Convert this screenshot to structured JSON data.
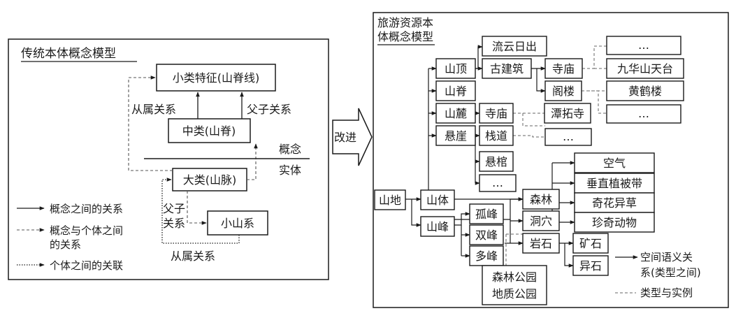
{
  "left_panel": {
    "title": "传统本体概念模型",
    "boxes": {
      "small_class": "小类特征(山脊线)",
      "middle_class": "中类(山脊)",
      "big_class": "大类(山脉)",
      "small_mountain": "小山系"
    },
    "labels": {
      "subordinate_top": "从属关系",
      "parent_child_top": "父子关系",
      "concept": "概念",
      "entity": "实体",
      "parent_child_line1": "父子",
      "parent_child_line2": "关系",
      "subordinate_bottom": "从属关系"
    },
    "legend": {
      "solid": "概念之间的关系",
      "dashed_line1": "概念与个体之间",
      "dashed_line2": "的关系",
      "dotted": "个体之间的关联"
    }
  },
  "arrow_label": "改进",
  "right_panel": {
    "title_line1": "旅游资源本",
    "title_line2": "体概念模型",
    "nodes": {
      "shandi": "山地",
      "shanti": "山体",
      "shanfeng": "山峰",
      "shanding": "山顶",
      "shanji": "山脊",
      "shanlu": "山麓",
      "xuanya": "悬崖",
      "liuyun": "流云日出",
      "gujianzhu": "古建筑",
      "simiao_top": "寺庙",
      "gelou": "阁楼",
      "ellipsis_top": "…",
      "jiuhua": "九华山天台",
      "huanghe": "黄鹤楼",
      "ellipsis_mid": "…",
      "simiao_lu": "寺庙",
      "tanzhe": "潭拓寺",
      "zhandao": "栈道",
      "ellipsis_zd": "…",
      "xuanguan": "悬棺",
      "ellipsis_b": "…",
      "senlin": "森林",
      "dongxue": "洞穴",
      "yanshi": "岩石",
      "kongqi": "空气",
      "chuizhi": "垂直植被带",
      "qihua": "奇花异草",
      "zhenqi": "珍奇动物",
      "gufeng": "孤峰",
      "shuangfeng": "双峰",
      "duofeng": "多峰",
      "park_line1": "森林公园",
      "park_line2": "地质公园",
      "kuangshi": "矿石",
      "yishi": "异石"
    },
    "legend": {
      "solid_line1": "空间语义关",
      "solid_line2": "系(类型之间)",
      "dashed": "类型与实例"
    }
  }
}
